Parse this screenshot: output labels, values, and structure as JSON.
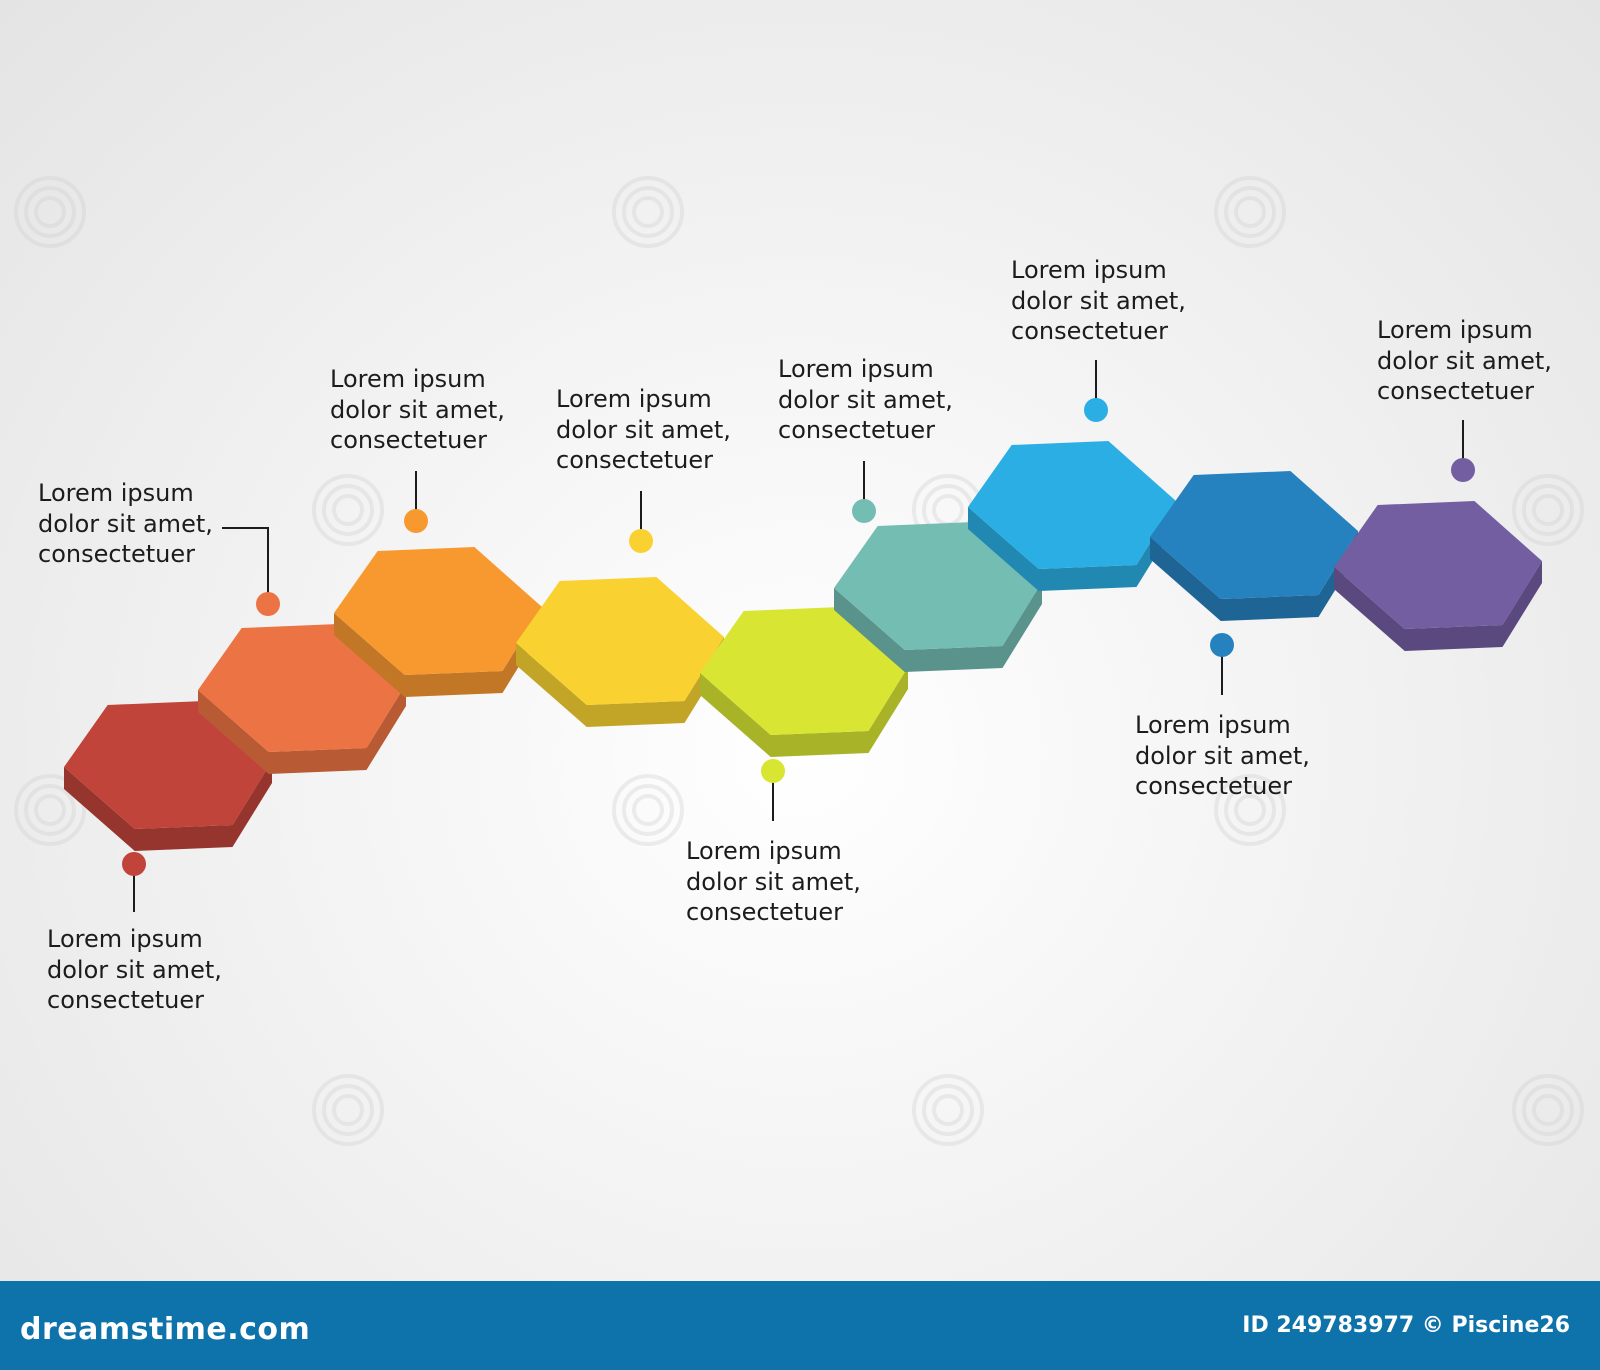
{
  "steps": [
    {
      "label": [
        "Lorem ipsum",
        "dolor sit amet,",
        "consectetuer"
      ],
      "color": "#c0443a"
    },
    {
      "label": [
        "Lorem ipsum",
        "dolor sit amet,",
        "consectetuer"
      ],
      "color": "#ec7343"
    },
    {
      "label": [
        "Lorem ipsum",
        "dolor sit amet,",
        "consectetuer"
      ],
      "color": "#f7992f"
    },
    {
      "label": [
        "Lorem ipsum",
        "dolor sit amet,",
        "consectetuer"
      ],
      "color": "#f9d231"
    },
    {
      "label": [
        "Lorem ipsum",
        "dolor sit amet,",
        "consectetuer"
      ],
      "color": "#d9e533"
    },
    {
      "label": [
        "Lorem ipsum",
        "dolor sit amet,",
        "consectetuer"
      ],
      "color": "#74bdb3"
    },
    {
      "label": [
        "Lorem ipsum",
        "dolor sit amet,",
        "consectetuer"
      ],
      "color": "#2aaee4"
    },
    {
      "label": [
        "Lorem ipsum",
        "dolor sit amet,",
        "consectetuer"
      ],
      "color": "#2681bf"
    },
    {
      "label": [
        "Lorem ipsum",
        "dolor sit amet,",
        "consectetuer"
      ],
      "color": "#735ea1"
    }
  ],
  "footer": {
    "brand": "dreamstime.com",
    "credit": "ID 249783977 © Piscine26"
  }
}
